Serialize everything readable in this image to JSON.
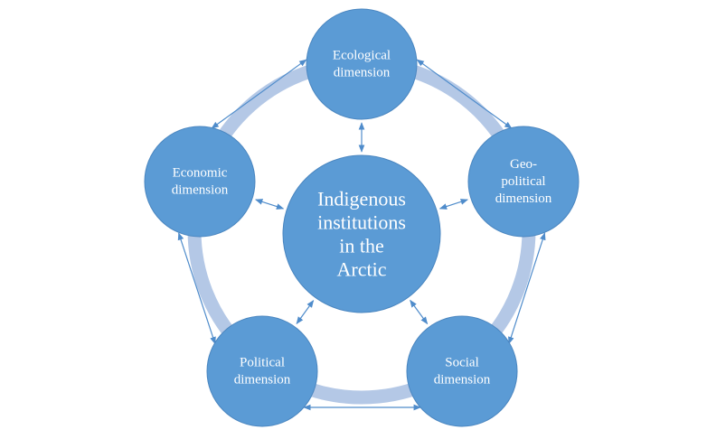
{
  "colors": {
    "circle_fill": "#5b9bd5",
    "circle_stroke": "#4a86c0",
    "ring": "#b4c8e6",
    "arrow": "#4f8ccb",
    "text": "#ffffff"
  },
  "center": {
    "lines": [
      "Indigenous",
      "institutions",
      "in the",
      "Arctic"
    ]
  },
  "nodes": [
    {
      "id": "ecological",
      "lines": [
        "Ecological",
        "dimension"
      ]
    },
    {
      "id": "geopolitical",
      "lines": [
        "Geo-",
        "political",
        "dimension"
      ]
    },
    {
      "id": "social",
      "lines": [
        "Social",
        "dimension"
      ]
    },
    {
      "id": "political",
      "lines": [
        "Political",
        "dimension"
      ]
    },
    {
      "id": "economic",
      "lines": [
        "Economic",
        "dimension"
      ]
    }
  ],
  "connections": {
    "ring_links": [
      [
        "ecological",
        "geopolitical"
      ],
      [
        "geopolitical",
        "social"
      ],
      [
        "social",
        "political"
      ],
      [
        "political",
        "economic"
      ],
      [
        "economic",
        "ecological"
      ]
    ],
    "center_links": [
      "ecological",
      "geopolitical",
      "social",
      "political",
      "economic"
    ],
    "arrow_style": "bidirectional"
  }
}
